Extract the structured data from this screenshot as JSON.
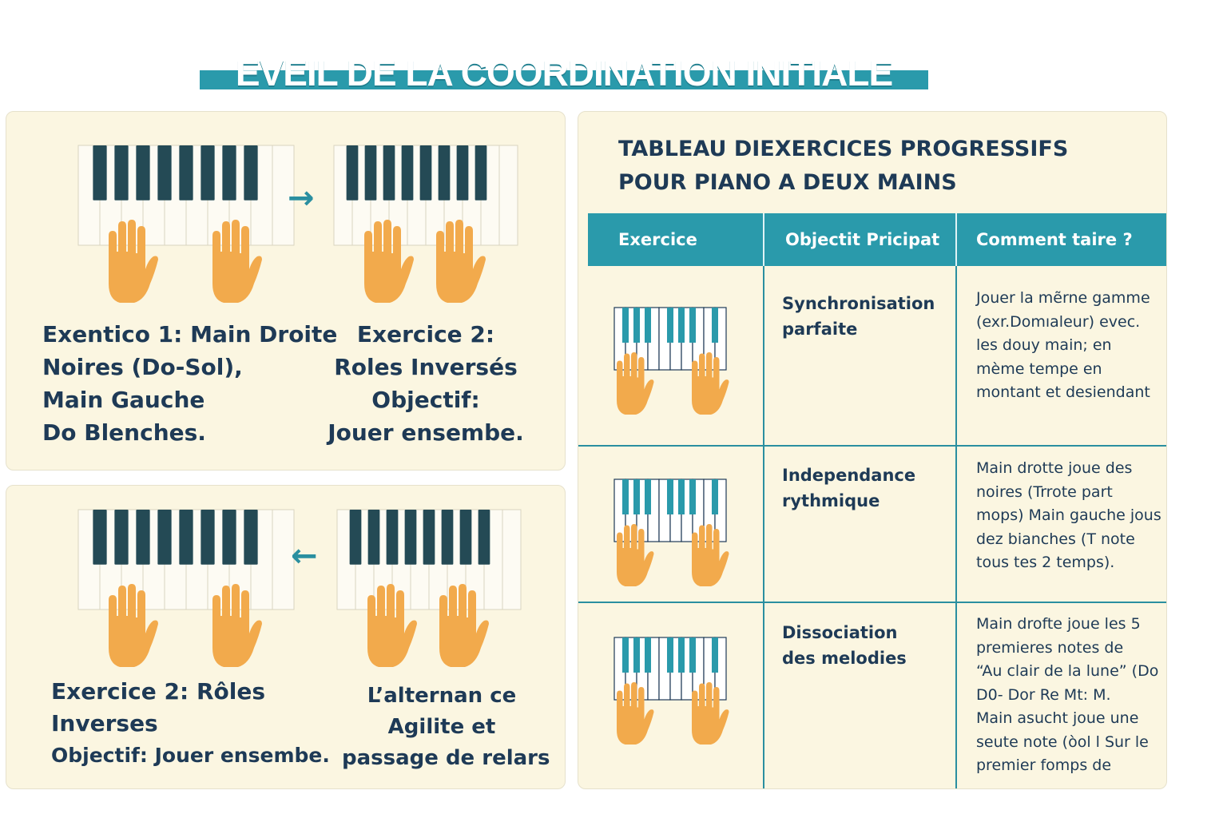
{
  "title": "EVEIL DE LA COORDINATION INITIALE",
  "colors": {
    "accent": "#2a9aab",
    "dark_text": "#1e3a56",
    "panel": "#fbf6e1",
    "hand": "#f2aa4c",
    "black_key": "#244a55"
  },
  "panels": {
    "top": {
      "left_caption": [
        "Exentico 1: Main Droite",
        "Noires (Do-Sol),",
        "Main Gauche",
        "Do Blenches."
      ],
      "right_caption": [
        "Exercice 2:",
        "Roles Inversés",
        "Objectif:",
        "Jouer ensembe."
      ],
      "arrow_icon": "arrow-right-icon"
    },
    "bottom": {
      "left_caption": [
        "Exercice 2: Rôles",
        "Inverses",
        "Objectif: Jouer ensembe."
      ],
      "right_caption": [
        "L’alternan ce",
        "Agilite et",
        "passage de relars"
      ],
      "arrow_icon": "arrow-left-icon"
    }
  },
  "table": {
    "title": [
      "TABLEAU DIEXERCICES PROGRESSIFS",
      "POUR PIANO A DEUX MAINS"
    ],
    "headers": [
      "Exercice",
      "Objectit Pricipat",
      "Comment taire ?"
    ],
    "rows": [
      {
        "objective": [
          "Synchronisation",
          "parfaite"
        ],
        "how": [
          "Jouer la mẽrne gamme",
          "(exr.Domıaleur) evec.",
          "les douy main; en",
          "mème tempe en",
          "montant et desiendant"
        ]
      },
      {
        "objective": [
          "Independance",
          "rythmique"
        ],
        "how": [
          "Main drotte joue des",
          "noires (Trrote part",
          "mops) Main gauche jous",
          "dez bianches (T note",
          "tous tes 2 temps)."
        ]
      },
      {
        "objective": [
          "Dissociation",
          "des melodies"
        ],
        "how": [
          "Main drofte joue les 5",
          "premieres notes de",
          "“Au clair de la lune” (Do",
          "D0- Dor Re Mt:  M.",
          "Main asucht  joue une",
          "seute note (òol l Sur le",
          "premier fomps de"
        ]
      }
    ]
  }
}
